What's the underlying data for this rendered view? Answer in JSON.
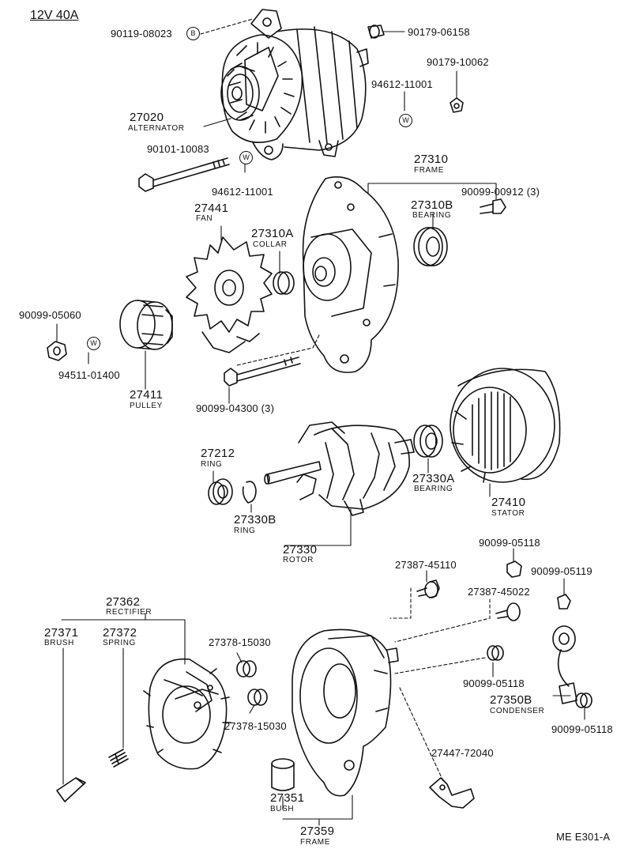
{
  "title": "12V 40A",
  "diagram_code": "ME  E301-A",
  "markers": {
    "b": "B",
    "w": "W"
  },
  "parts": {
    "p90119_08023": "90119-08023",
    "p90179_06158": "90179-06158",
    "p90179_10062": "90179-10062",
    "p94612_11001a": "94612-11001",
    "p27020": {
      "num": "27020",
      "name": "ALTERNATOR"
    },
    "p90101_10083": "90101-10083",
    "p94612_11001b": "94612-11001",
    "p27310": {
      "num": "27310",
      "name": "FRAME"
    },
    "p90099_00912": "90099-00912 (3)",
    "p27310B": {
      "num": "27310B",
      "name": "BEARING"
    },
    "p27441": {
      "num": "27441",
      "name": "FAN"
    },
    "p27310A": {
      "num": "27310A",
      "name": "COLLAR"
    },
    "p90099_05060": "90099-05060",
    "p94511_01400": "94511-01400",
    "p27411": {
      "num": "27411",
      "name": "PULLEY"
    },
    "p90099_04300": "90099-04300 (3)",
    "p27212": {
      "num": "27212",
      "name": "RING"
    },
    "p27330B": {
      "num": "27330B",
      "name": "RING"
    },
    "p27330": {
      "num": "27330",
      "name": "ROTOR"
    },
    "p27330A": {
      "num": "27330A",
      "name": "BEARING"
    },
    "p27410": {
      "num": "27410",
      "name": "STATOR"
    },
    "p90099_05118a": "90099-05118",
    "p27387_45110": "27387-45110",
    "p90099_05119": "90099-05119",
    "p27387_45022": "27387-45022",
    "p27362": {
      "num": "27362",
      "name": "RECTIFIER"
    },
    "p27371": {
      "num": "27371",
      "name": "BRUSH"
    },
    "p27372": {
      "num": "27372",
      "name": "SPRING"
    },
    "p27378_15030a": "27378-15030",
    "p27378_15030b": "27378-15030",
    "p90099_05118b": "90099-05118",
    "p27350B": {
      "num": "27350B",
      "name": "CONDENSER"
    },
    "p90099_05118c": "90099-05118",
    "p27447_72040": "27447-72040",
    "p27351": {
      "num": "27351",
      "name": "BUSH"
    },
    "p27359": {
      "num": "27359",
      "name": "FRAME"
    }
  }
}
